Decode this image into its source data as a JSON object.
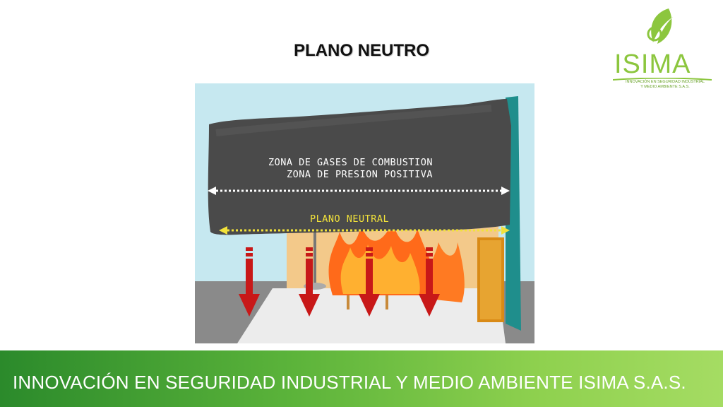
{
  "slide": {
    "title": "PLANO NEUTRO"
  },
  "logo": {
    "name": "ISIMA",
    "tagline_line1": "INNOVACIÓN EN SEGURIDAD INDUSTRIAL",
    "tagline_line2": "Y MEDIO AMBIENTE S.A.S.",
    "color": "#8cc63e"
  },
  "diagram": {
    "zone_label_1": "ZONA DE GASES DE COMBUSTION",
    "zone_label_2": "ZONA DE PRESION POSITIVA",
    "neutral_label": "PLANO NEUTRAL",
    "colors": {
      "smoke": "#4a4a4a",
      "wall": "#bfe6ef",
      "floor": "#e9e9e9",
      "fire": "#ff6a1a",
      "arrow": "#c81818",
      "neutral_label": "#f2e23a"
    }
  },
  "footer": {
    "text": "INNOVACIÓN EN SEGURIDAD INDUSTRIAL Y MEDIO AMBIENTE ISIMA S.A.S.",
    "color": "#5bb33a"
  }
}
